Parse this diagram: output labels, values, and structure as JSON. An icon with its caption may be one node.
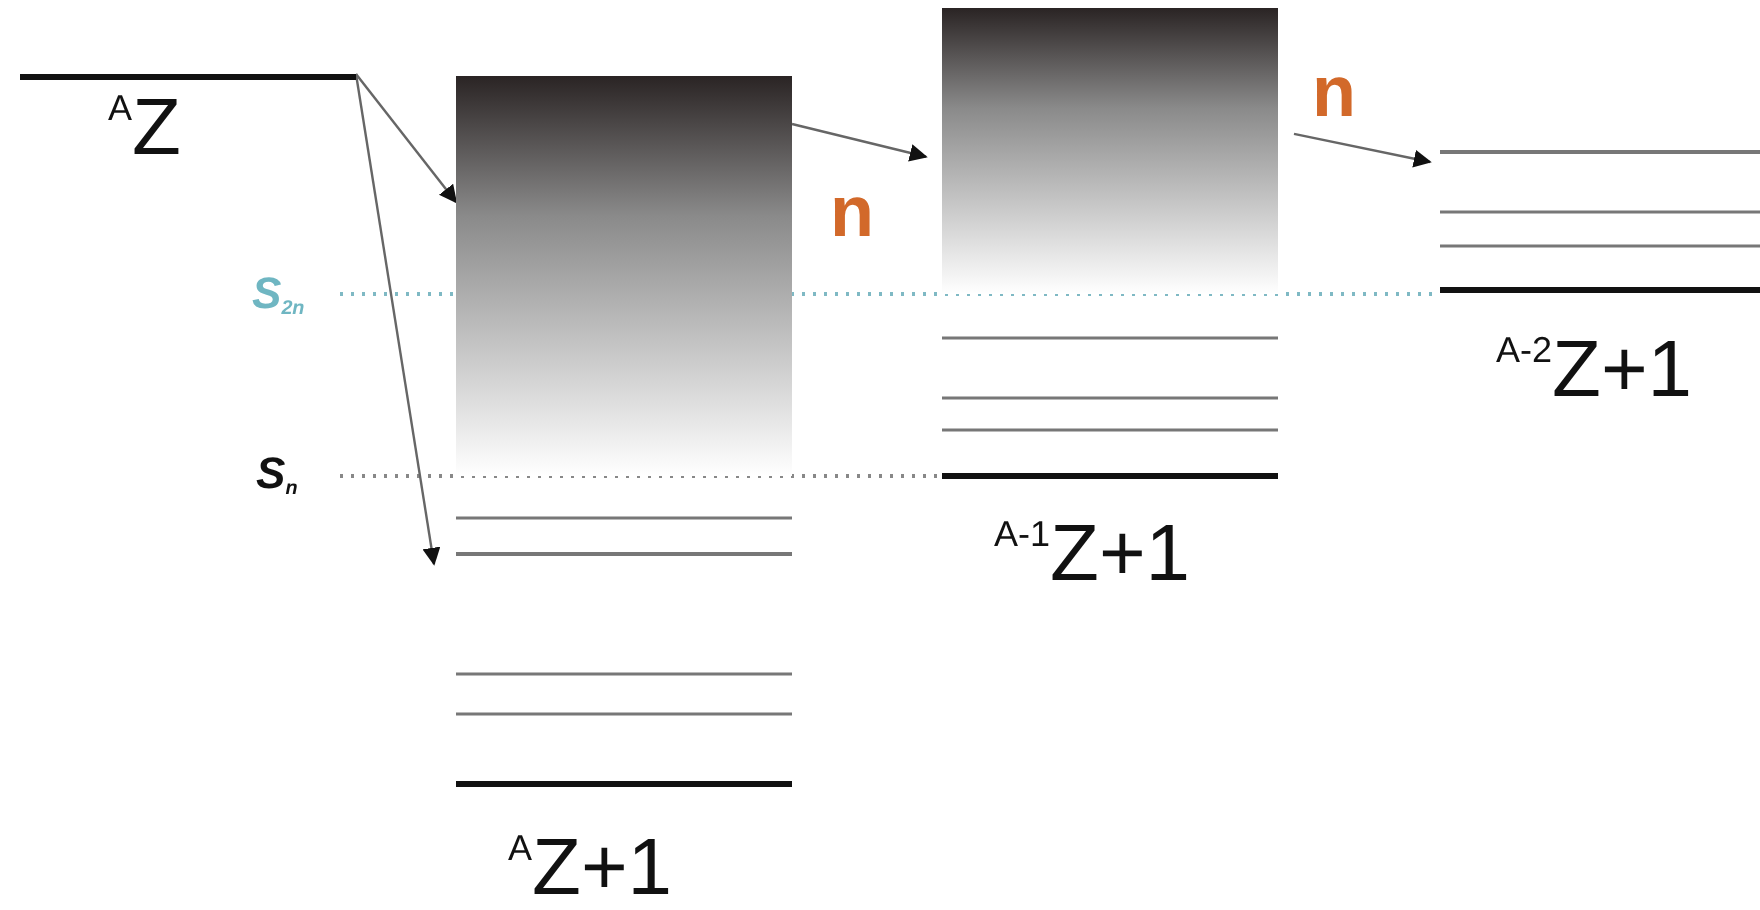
{
  "diagram": {
    "nodes": [
      {
        "text": [
          "$^{A}$Z"
        ]
      },
      {
        "text": [],
        "shape": "box"
      },
      {
        "text": [],
        "shape": "bar"
      },
      {
        "text": [],
        "shape": "box"
      },
      {
        "text": [],
        "shape": "bar"
      }
    ],
    "edges": [
      {
        "from": 0,
        "to": 1,
        "arrow": "to"
      },
      {
        "from": 0,
        "to": 2,
        "arrow": "to"
      },
      {
        "from": 1,
        "to": 3,
        "arrow": "to",
        "label": "n"
      },
      {
        "from": 3,
        "to": 4,
        "arrow": "to",
        "label": "n"
      }
    ],
    "labels": [
      "S$_{2n}$",
      "$^{A-2}$Z+1",
      "S$_{n}$",
      "$^{A-1}$Z+1",
      "$^{A}$Z+1"
    ]
  }
}
